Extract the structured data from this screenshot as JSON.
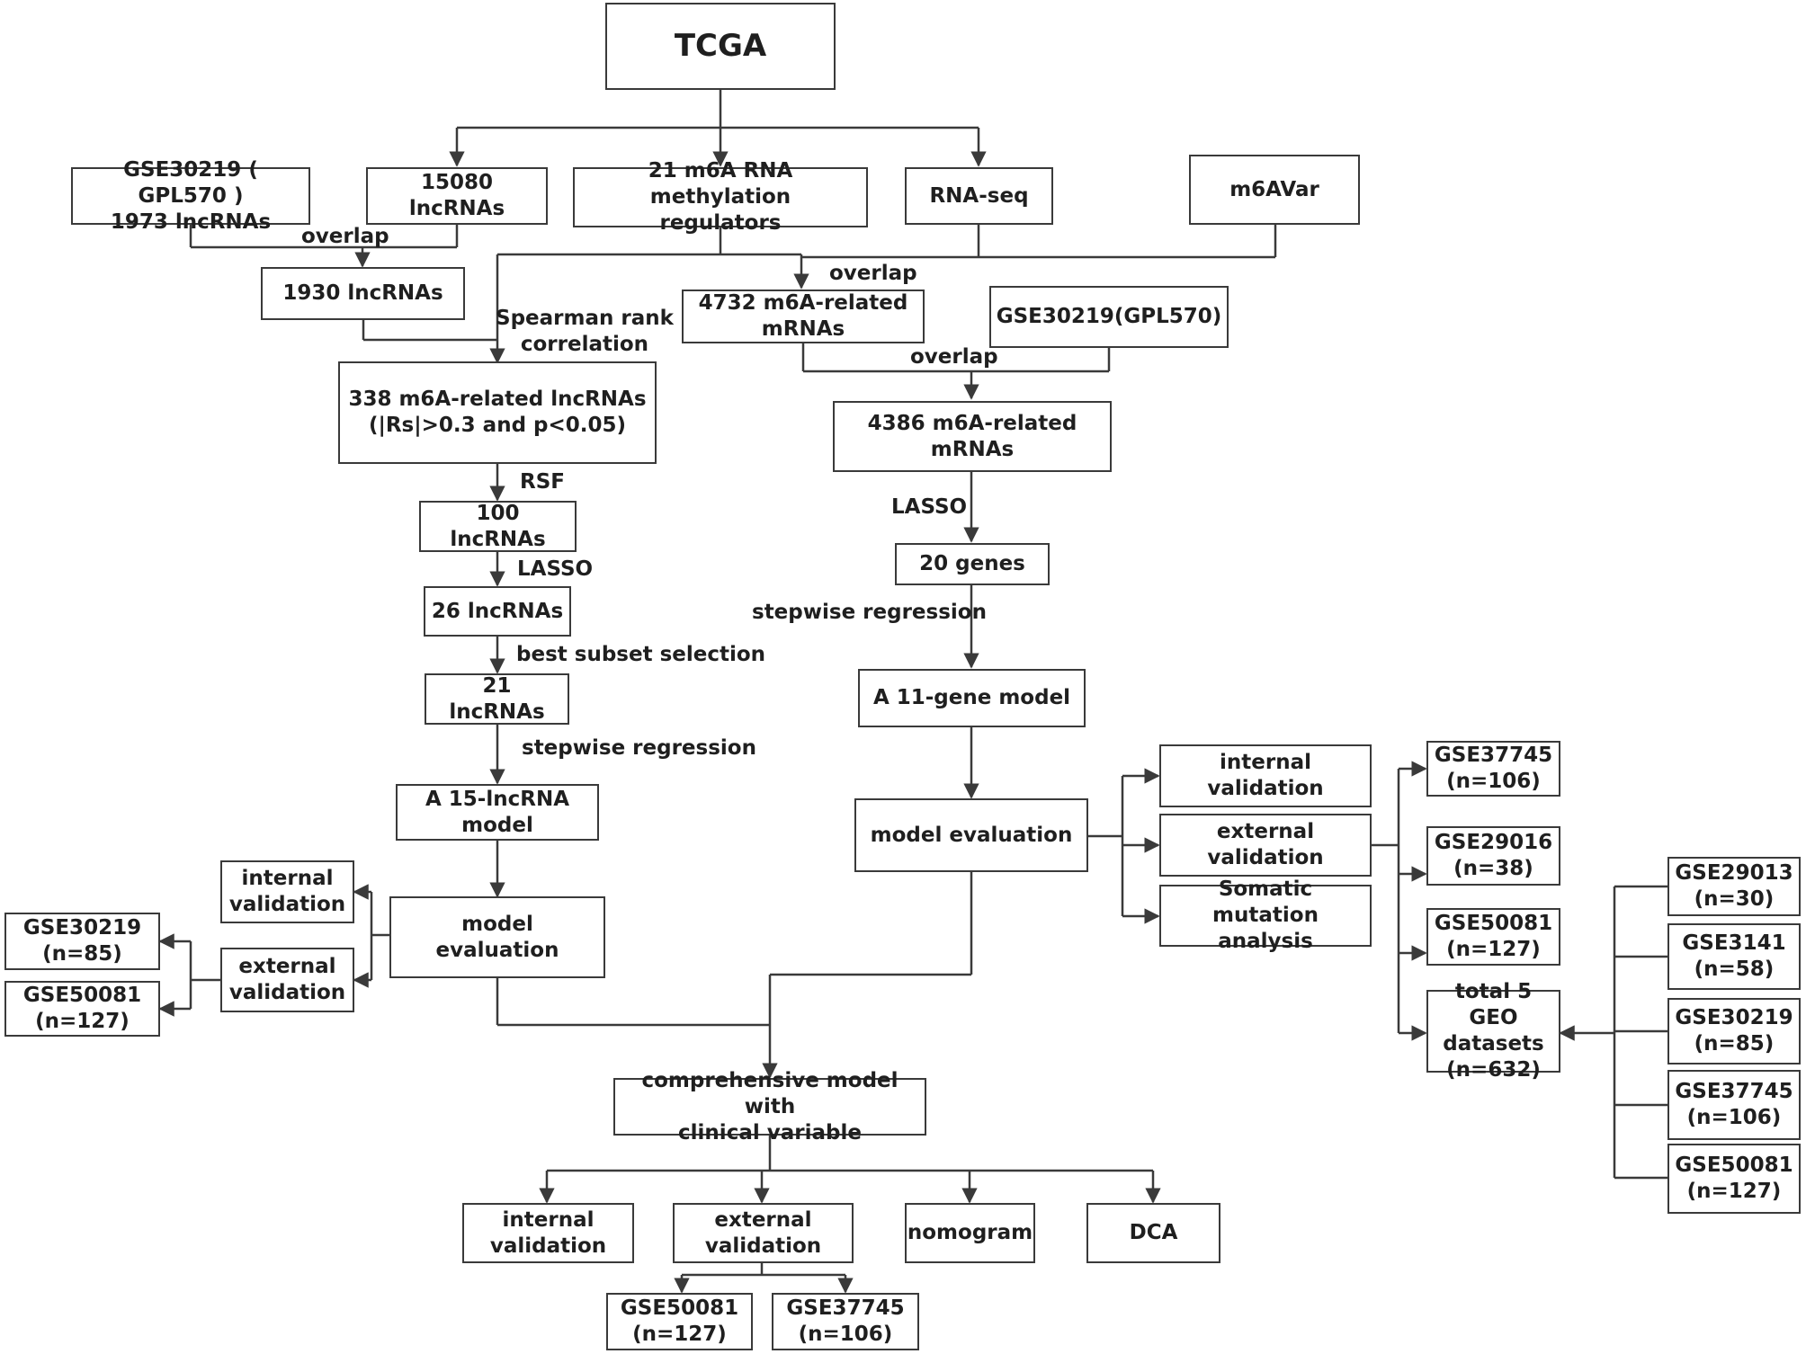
{
  "nodes": {
    "tcga": "TCGA",
    "gse30219_1973": "GSE30219 ( GPL570 )\n1973 lncRNAs",
    "lnc15080": "15080 lncRNAs",
    "m6a_regulators": "21 m6A RNA methylation\nregulators",
    "rnaseq": "RNA-seq",
    "m6avar": "m6AVar",
    "lnc1930": "1930 lncRNAs",
    "mrna4732": "4732 m6A-related\nmRNAs",
    "gse30219_gpl570": "GSE30219(GPL570)",
    "lnc338": "338 m6A-related lncRNAs\n(|Rs|>0.3 and p<0.05)",
    "mrna4386": "4386 m6A-related\nmRNAs",
    "lnc100": "100 lncRNAs",
    "genes20": "20 genes",
    "lnc26": "26 lncRNAs",
    "lnc21": "21 lncRNAs",
    "gene11_model": "A 11-gene model",
    "lnc15_model": "A 15-lncRNA\nmodel",
    "model_eval_left": "model evaluation",
    "internal_val_left": "internal\nvalidation",
    "external_val_left": "external\nvalidation",
    "gse30219_n85_left": "GSE30219\n(n=85)",
    "gse50081_n127_left": "GSE50081\n(n=127)",
    "model_eval_right": "model evaluation",
    "internal_val_right": "internal validation",
    "external_val_right": "external validation",
    "somatic": "Somatic mutation\nanalysis",
    "gse37745_n106": "GSE37745\n(n=106)",
    "gse29016_n38": "GSE29016\n(n=38)",
    "gse50081_n127_mid": "GSE50081\n(n=127)",
    "total5geo": "total 5 GEO\ndatasets\n(n=632)",
    "gse29013_n30": "GSE29013\n(n=30)",
    "gse3141_n58": "GSE3141\n(n=58)",
    "gse30219_n85_right": "GSE30219\n(n=85)",
    "gse37745_n106_right": "GSE37745\n(n=106)",
    "gse50081_n127_right": "GSE50081\n(n=127)",
    "comprehensive": "comprehensive model with\nclinical variable",
    "internal_val_bottom": "internal\nvalidation",
    "external_val_bottom": "external\nvalidation",
    "nomogram": "nomogram",
    "dca": "DCA",
    "gse50081_n127_bottom": "GSE50081\n(n=127)",
    "gse37745_n106_bottom": "GSE37745\n(n=106)"
  },
  "edge_labels": {
    "overlap_1": "overlap",
    "overlap_2": "overlap",
    "overlap_3": "overlap",
    "spearman": "Spearman rank\ncorrelation",
    "rsf": "RSF",
    "lasso_left": "LASSO",
    "lasso_right": "LASSO",
    "best_subset": "best subset selection",
    "stepwise_left": "stepwise regression",
    "stepwise_right": "stepwise regression"
  }
}
